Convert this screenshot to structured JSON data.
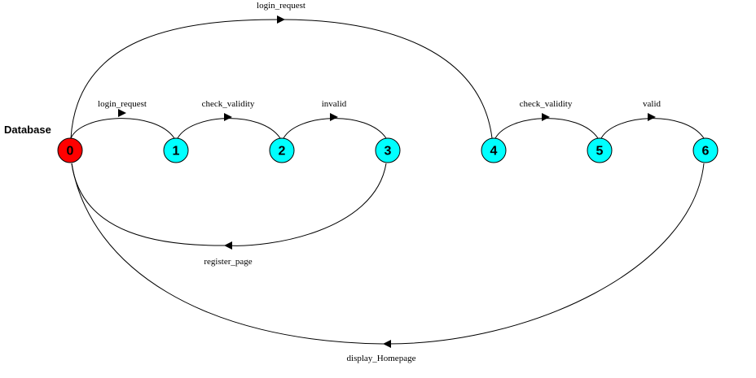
{
  "diagram": {
    "title": "Database",
    "colors": {
      "start_node": "#ff0000",
      "node": "#00ffff",
      "stroke": "#000000"
    },
    "nodes": [
      {
        "id": "0",
        "label": "0"
      },
      {
        "id": "1",
        "label": "1"
      },
      {
        "id": "2",
        "label": "2"
      },
      {
        "id": "3",
        "label": "3"
      },
      {
        "id": "4",
        "label": "4"
      },
      {
        "id": "5",
        "label": "5"
      },
      {
        "id": "6",
        "label": "6"
      }
    ],
    "edges": [
      {
        "from": "0",
        "to": "1",
        "label": "login_request"
      },
      {
        "from": "1",
        "to": "2",
        "label": "check_validity"
      },
      {
        "from": "2",
        "to": "3",
        "label": "invalid"
      },
      {
        "from": "3",
        "to": "0",
        "label": "register_page"
      },
      {
        "from": "0",
        "to": "4",
        "label": "login_request"
      },
      {
        "from": "4",
        "to": "5",
        "label": "check_validity"
      },
      {
        "from": "5",
        "to": "6",
        "label": "valid"
      },
      {
        "from": "6",
        "to": "0",
        "label": "display_Homepage"
      }
    ]
  }
}
